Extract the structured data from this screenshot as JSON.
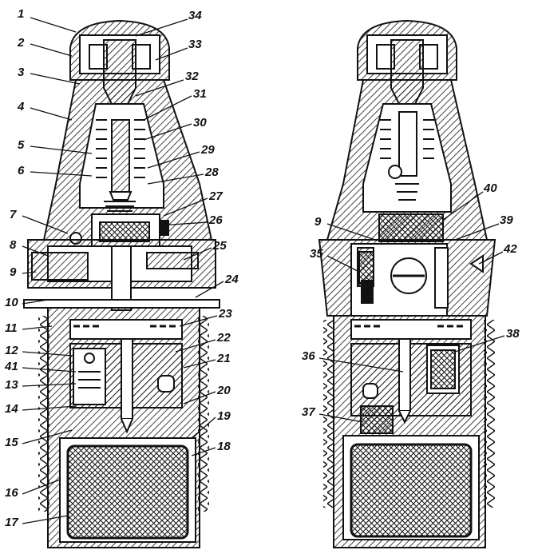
{
  "figure": {
    "left_labels": [
      "1",
      "2",
      "3",
      "4",
      "5",
      "6",
      "7",
      "8",
      "9",
      "10",
      "11",
      "12",
      "41",
      "13",
      "14",
      "15",
      "16",
      "17"
    ],
    "right_side_left_labels": [
      "34",
      "33",
      "32",
      "31",
      "30",
      "29",
      "28",
      "27",
      "26",
      "25",
      "24",
      "23",
      "22",
      "21",
      "20",
      "19",
      "18"
    ],
    "second_view_labels": [
      "40",
      "39",
      "42",
      "9",
      "35",
      "36",
      "38",
      "37"
    ]
  },
  "colors": {
    "ink": "#111111",
    "paper": "#ffffff"
  }
}
